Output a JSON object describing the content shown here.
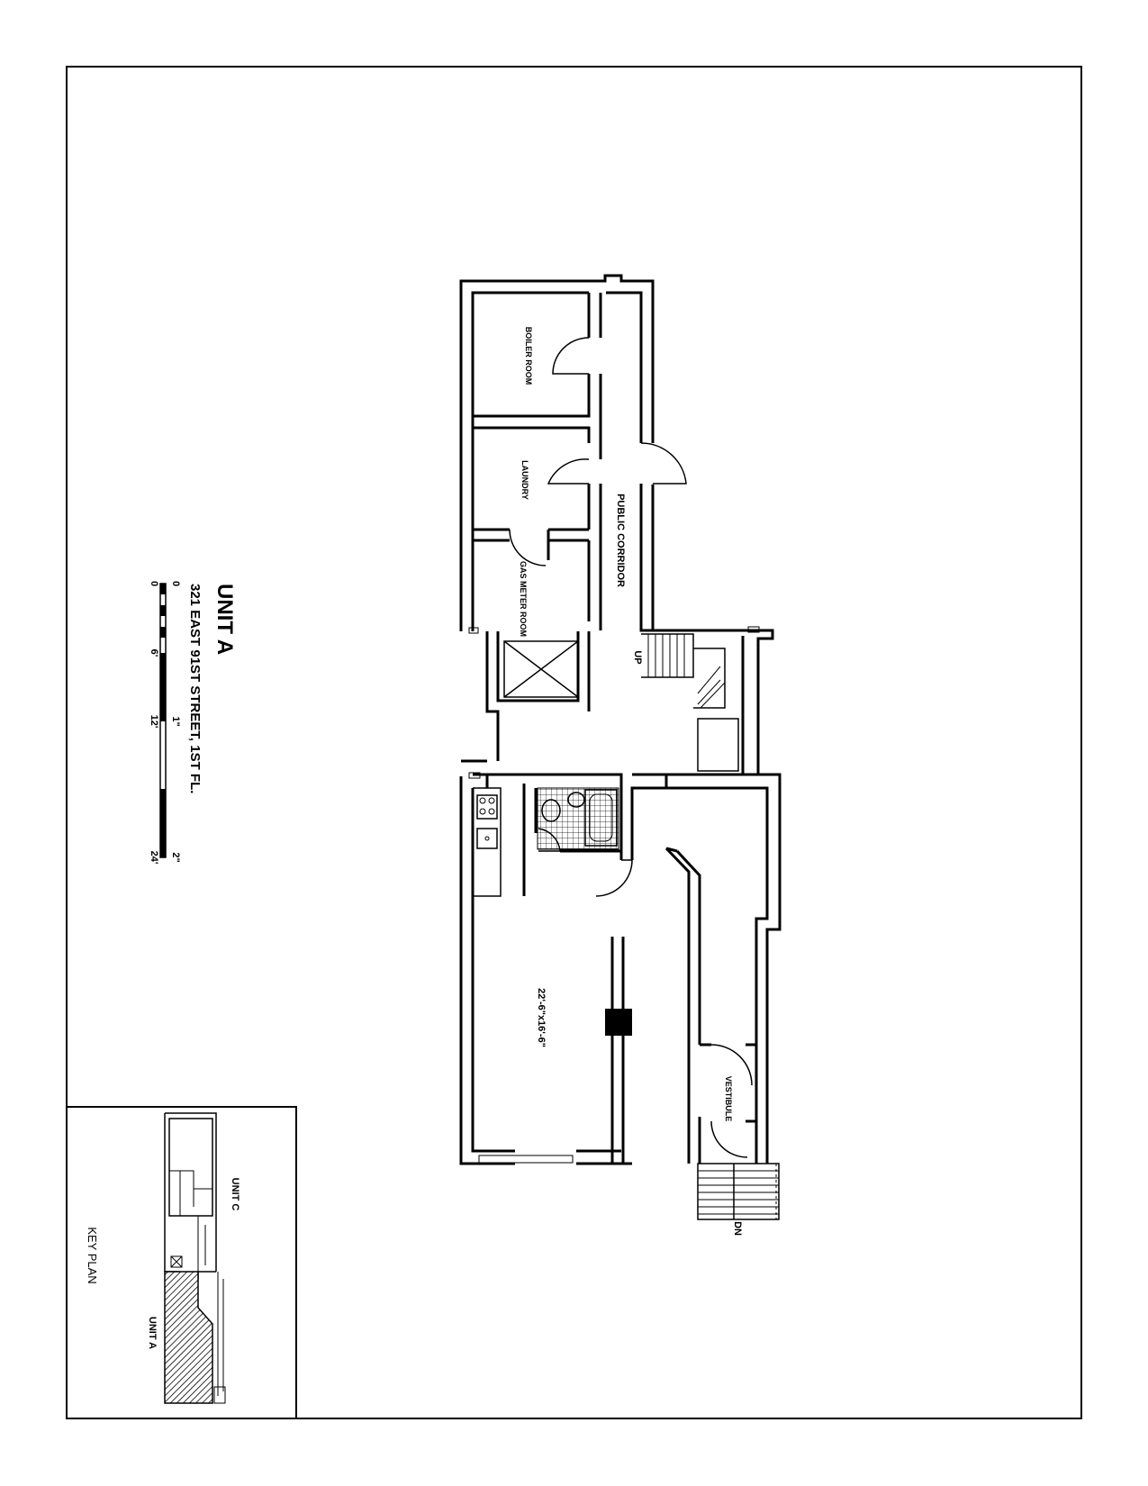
{
  "title": {
    "unit": "UNIT A",
    "address": "321 EAST 91ST STREET, 1ST FL."
  },
  "scale": {
    "feet": [
      "0",
      "6'",
      "12'",
      "24'"
    ],
    "inches": [
      "0",
      "1\"",
      "2\""
    ]
  },
  "rooms": {
    "boiler": "BOILER ROOM",
    "laundry": "LAUNDRY",
    "gas_meter": "GAS METER ROOM",
    "public_corridor": "PUBLIC CORRIDOR",
    "up": "UP",
    "living_dimensions": "22'-6\"x16'-6\"",
    "vestibule": "VESTIBULE",
    "dn": "DN"
  },
  "key_plan": {
    "title": "KEY PLAN",
    "unit_c": "UNIT C",
    "unit_a": "UNIT A"
  }
}
